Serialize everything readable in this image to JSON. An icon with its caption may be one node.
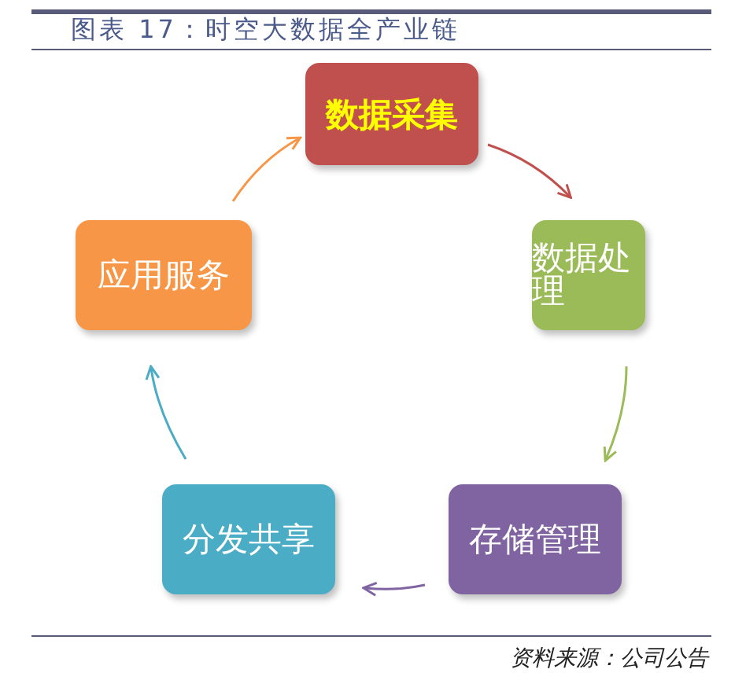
{
  "diagram": {
    "title": "图表 17：时空大数据全产业链",
    "caption": "资料来源：公司公告",
    "nodes": [
      {
        "text": [
          "数据采集"
        ]
      },
      {
        "text": [
          "数据处理"
        ]
      },
      {
        "text": [
          "存储管理"
        ]
      },
      {
        "text": [
          "分发共享"
        ]
      },
      {
        "text": [
          "应用服务"
        ]
      }
    ],
    "edges": [
      {
        "from": 0,
        "to": 1,
        "arrow": "to",
        "color": "#c0504d"
      },
      {
        "from": 1,
        "to": 2,
        "arrow": "to",
        "color": "#9bbb59"
      },
      {
        "from": 2,
        "to": 3,
        "arrow": "to",
        "color": "#8064a2"
      },
      {
        "from": 3,
        "to": 4,
        "arrow": "to",
        "color": "#4bacc6"
      },
      {
        "from": 4,
        "to": 0,
        "arrow": "to",
        "color": "#f79646"
      }
    ]
  }
}
